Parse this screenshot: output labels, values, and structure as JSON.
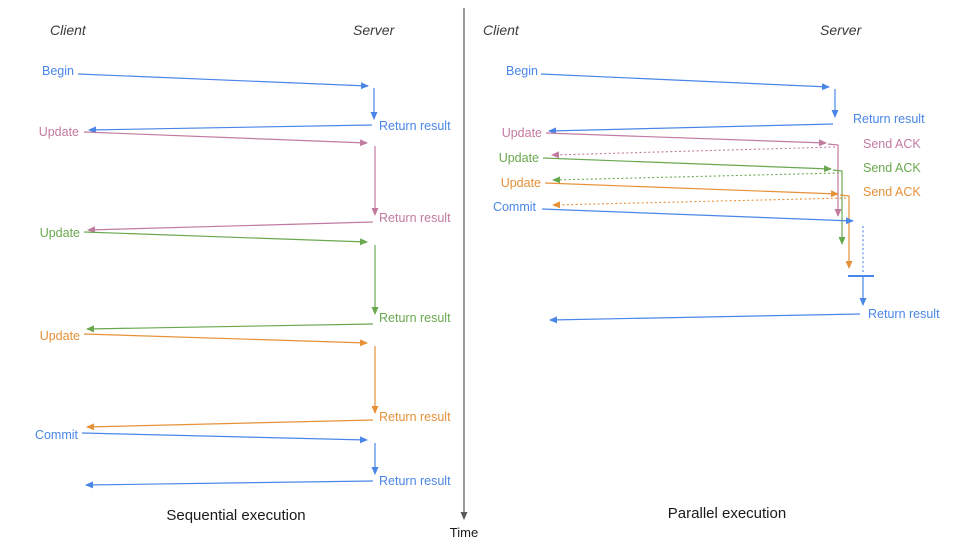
{
  "colors": {
    "blue": "#4a86e8",
    "pink": "#c27ba0",
    "green": "#6aa84f",
    "orange": "#e69138",
    "axis": "#595959",
    "heading": "#3b3b3b",
    "title": "#1a1a1a"
  },
  "time_axis": {
    "label": "Time"
  },
  "left": {
    "title": "Sequential execution",
    "client_header": "Client",
    "server_header": "Server",
    "messages": [
      {
        "label": "Begin",
        "color": "blue",
        "response": "Return result"
      },
      {
        "label": "Update",
        "color": "pink",
        "response": "Return result"
      },
      {
        "label": "Update",
        "color": "green",
        "response": "Return result"
      },
      {
        "label": "Update",
        "color": "orange",
        "response": "Return result"
      },
      {
        "label": "Commit",
        "color": "blue",
        "response": "Return result"
      }
    ]
  },
  "right": {
    "title": "Parallel execution",
    "client_header": "Client",
    "server_header": "Server",
    "messages": [
      {
        "label": "Begin",
        "color": "blue",
        "response": "Return result"
      },
      {
        "label": "Update",
        "color": "pink",
        "response": "Send ACK"
      },
      {
        "label": "Update",
        "color": "green",
        "response": "Send ACK"
      },
      {
        "label": "Update",
        "color": "orange",
        "response": "Send ACK"
      },
      {
        "label": "Commit",
        "color": "blue",
        "response": "Return result"
      }
    ]
  }
}
